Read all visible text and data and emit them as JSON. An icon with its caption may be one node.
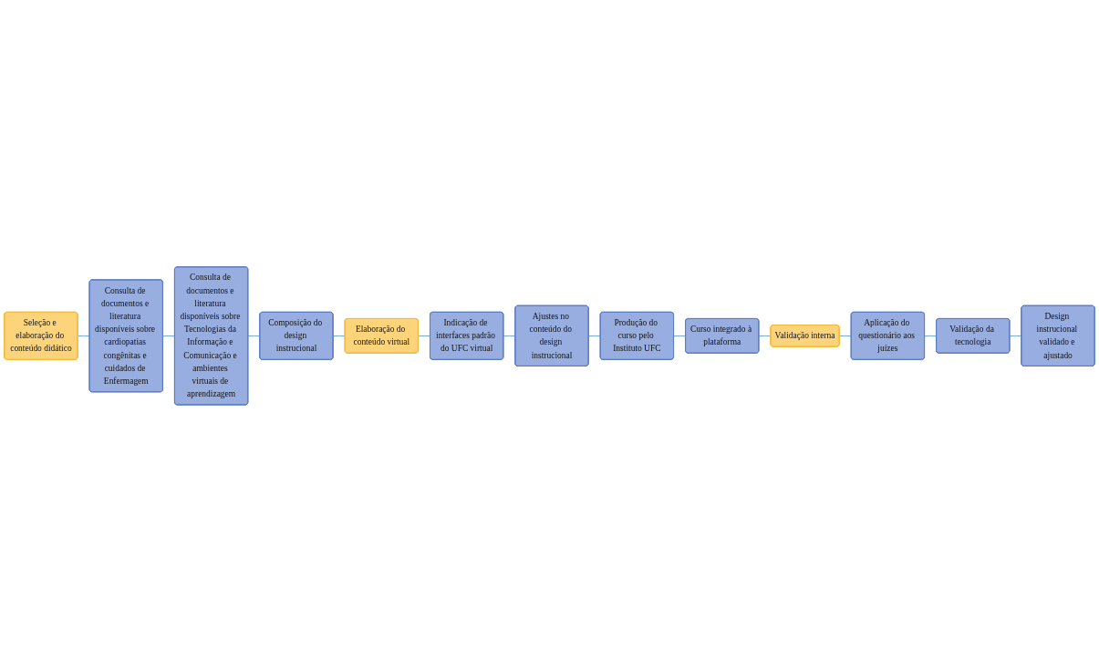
{
  "diagram": {
    "nodes": [
      {
        "text": [
          "Seleção e elaboração do conteúdo didático"
        ]
      },
      {
        "text": [
          "Consulta de documentos e literatura disponíveis sobre cardiopatias congênitas e cuidados de Enfermagem"
        ]
      },
      {
        "text": [
          "Consulta de documentos e literatura disponíveis sobre Tecnologias da Informação e Comunicação e ambientes virtuais de aprendizagem"
        ]
      },
      {
        "text": [
          "Composição do design instrucional"
        ]
      },
      {
        "text": [
          "Elaboração do conteúdo virtual"
        ]
      },
      {
        "text": [
          "Indicação de interfaces padrão do UFC virtual"
        ]
      },
      {
        "text": [
          "Ajustes no conteúdo do design instrucional"
        ]
      },
      {
        "text": [
          "Produção do curso pelo Instituto UFC"
        ]
      },
      {
        "text": [
          "Curso integrado à plataforma"
        ]
      },
      {
        "text": [
          "Validação interna"
        ]
      },
      {
        "text": [
          "Aplicação do questionário aos juízes"
        ]
      },
      {
        "text": [
          "Validação da tecnologia"
        ]
      },
      {
        "text": [
          "Design instrucional validado e ajustado"
        ]
      }
    ],
    "edges": [
      {
        "from": 0,
        "to": 1,
        "arrow": "none"
      },
      {
        "from": 1,
        "to": 2,
        "arrow": "none"
      },
      {
        "from": 2,
        "to": 3,
        "arrow": "none"
      },
      {
        "from": 3,
        "to": 4,
        "arrow": "none"
      },
      {
        "from": 4,
        "to": 5,
        "arrow": "none"
      },
      {
        "from": 5,
        "to": 6,
        "arrow": "none"
      },
      {
        "from": 6,
        "to": 7,
        "arrow": "none"
      },
      {
        "from": 7,
        "to": 8,
        "arrow": "none"
      },
      {
        "from": 8,
        "to": 9,
        "arrow": "none"
      },
      {
        "from": 9,
        "to": 10,
        "arrow": "none"
      },
      {
        "from": 10,
        "to": 11,
        "arrow": "none"
      },
      {
        "from": 11,
        "to": 12,
        "arrow": "none"
      }
    ]
  }
}
